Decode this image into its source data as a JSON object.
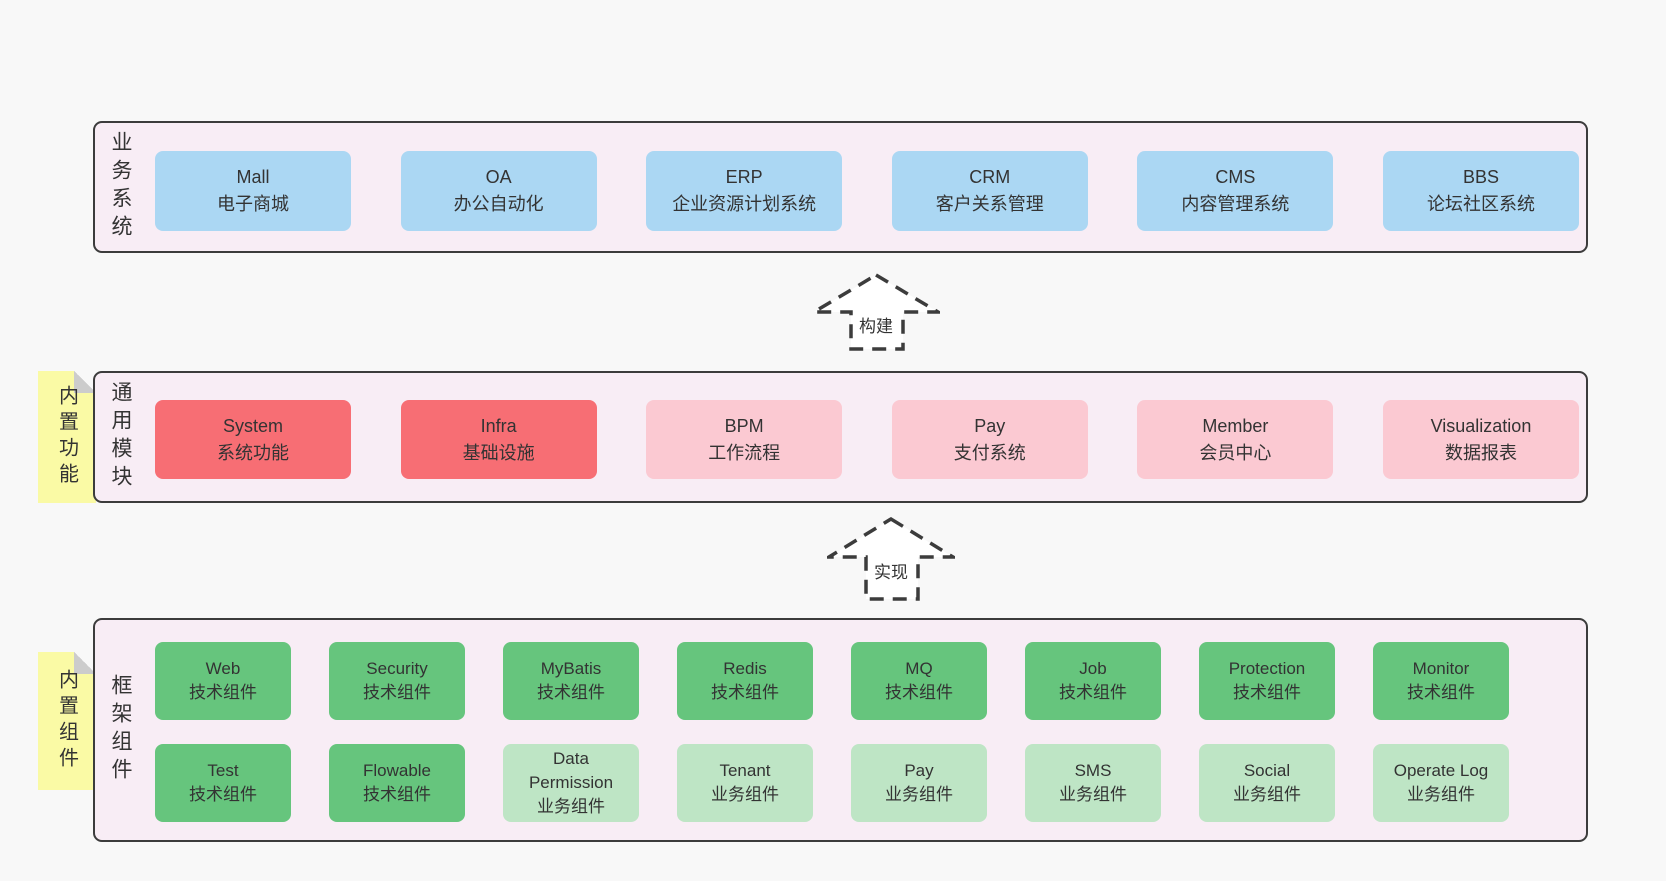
{
  "colors": {
    "page_bg": "#f8f8f8",
    "panel_bg": "#f8edf5",
    "panel_border": "#3c3c3c",
    "business_box_blue": "#abd7f3",
    "core_module_red": "#f76e74",
    "module_pink": "#fbc9d2",
    "tech_component_green": "#66c57d",
    "biz_component_light_green": "#bee5c5",
    "sticky_tab_yellow": "#fafaa5",
    "text": "#333333"
  },
  "arrows": [
    {
      "label": "构建"
    },
    {
      "label": "实现"
    }
  ],
  "layers": [
    {
      "label": "业务系统",
      "boxes": [
        {
          "title": "Mall",
          "subtitle": "电子商城"
        },
        {
          "title": "OA",
          "subtitle": "办公自动化"
        },
        {
          "title": "ERP",
          "subtitle": "企业资源计划系统"
        },
        {
          "title": "CRM",
          "subtitle": "客户关系管理"
        },
        {
          "title": "CMS",
          "subtitle": "内容管理系统"
        },
        {
          "title": "BBS",
          "subtitle": "论坛社区系统"
        }
      ]
    },
    {
      "label": "通用模块",
      "tab": "内置功能",
      "boxes": [
        {
          "title": "System",
          "subtitle": "系统功能"
        },
        {
          "title": "Infra",
          "subtitle": "基础设施"
        },
        {
          "title": "BPM",
          "subtitle": "工作流程"
        },
        {
          "title": "Pay",
          "subtitle": "支付系统"
        },
        {
          "title": "Member",
          "subtitle": "会员中心"
        },
        {
          "title": "Visualization",
          "subtitle": "数据报表"
        }
      ]
    },
    {
      "label": "框架组件",
      "tab": "内置组件",
      "rows": [
        [
          {
            "title": "Web",
            "subtitle": "技术组件"
          },
          {
            "title": "Security",
            "subtitle": "技术组件"
          },
          {
            "title": "MyBatis",
            "subtitle": "技术组件"
          },
          {
            "title": "Redis",
            "subtitle": "技术组件"
          },
          {
            "title": "MQ",
            "subtitle": "技术组件"
          },
          {
            "title": "Job",
            "subtitle": "技术组件"
          },
          {
            "title": "Protection",
            "subtitle": "技术组件"
          },
          {
            "title": "Monitor",
            "subtitle": "技术组件"
          }
        ],
        [
          {
            "title": "Test",
            "subtitle": "技术组件"
          },
          {
            "title": "Flowable",
            "subtitle": "技术组件"
          },
          {
            "title": "Data Permission",
            "subtitle": "业务组件"
          },
          {
            "title": "Tenant",
            "subtitle": "业务组件"
          },
          {
            "title": "Pay",
            "subtitle": "业务组件"
          },
          {
            "title": "SMS",
            "subtitle": "业务组件"
          },
          {
            "title": "Social",
            "subtitle": "业务组件"
          },
          {
            "title": "Operate Log",
            "subtitle": "业务组件"
          }
        ]
      ]
    }
  ]
}
